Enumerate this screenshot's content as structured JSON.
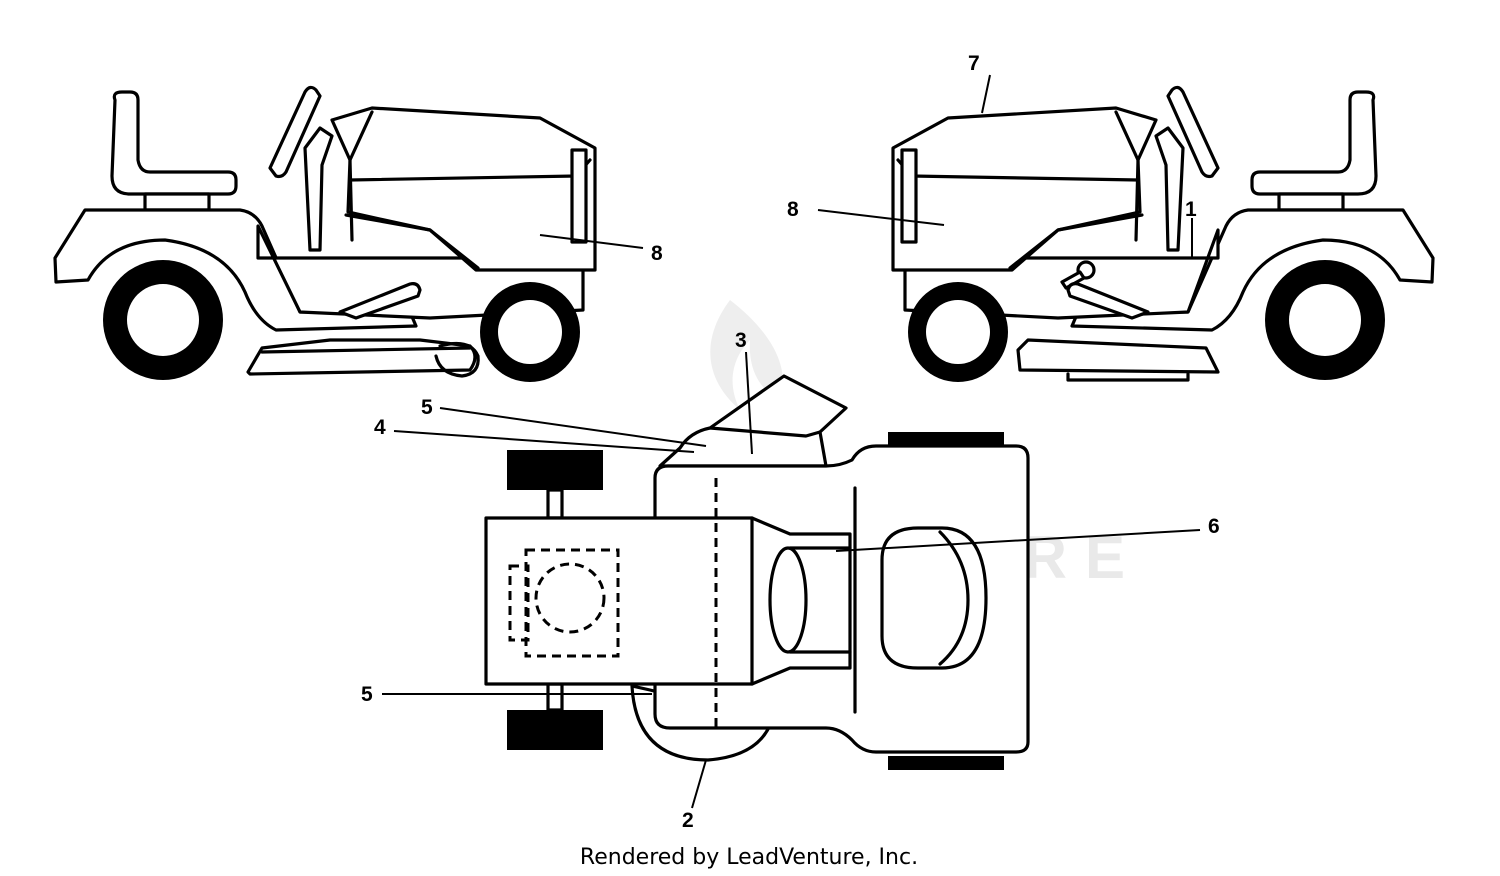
{
  "diagram": {
    "callouts": [
      "1",
      "2",
      "3",
      "4",
      "5",
      "5",
      "6",
      "7",
      "8",
      "8"
    ],
    "watermark": "LEADVENTURE",
    "footer": "Rendered by LeadVenture, Inc."
  },
  "colors": {
    "line": "#000000",
    "background": "#ffffff",
    "watermark": "#e9e9e9"
  }
}
